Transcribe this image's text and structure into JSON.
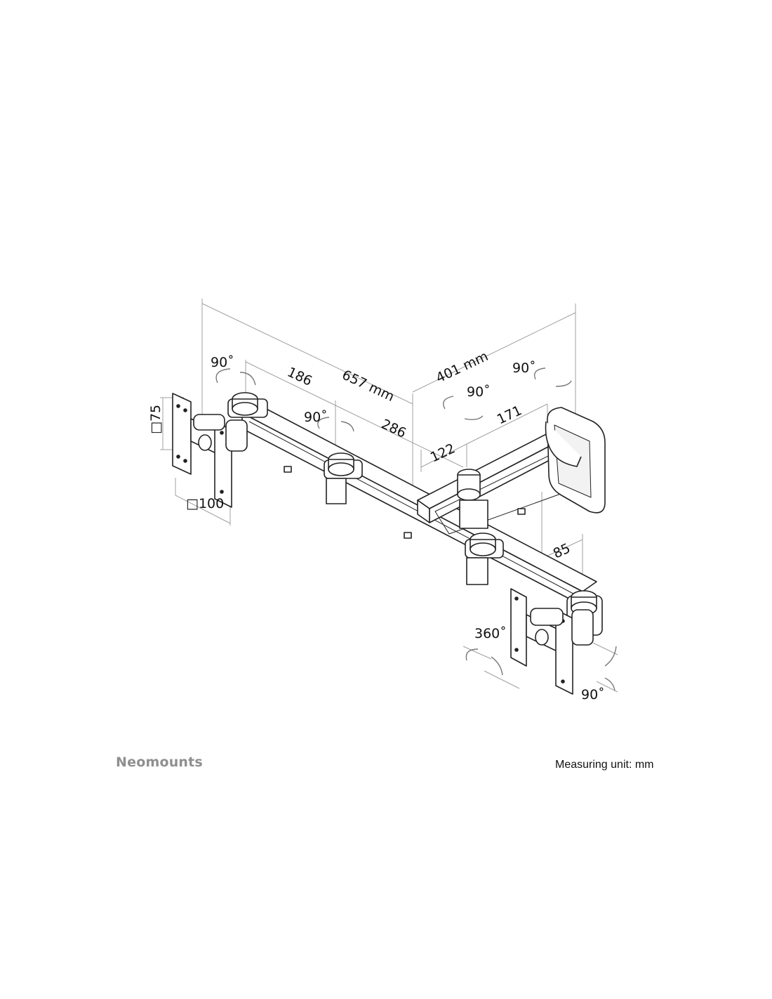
{
  "dimensions": {
    "rot_top_left": "90˚",
    "seg_186": "186",
    "total_657": "657 mm",
    "depth_401": "401 mm",
    "rot_top_right": "90˚",
    "rot_center": "90˚",
    "rot_center_right": "90˚",
    "seg_171": "171",
    "seg_286": "286",
    "seg_122": "122",
    "vesa_75": "□75",
    "vesa_100": "□100",
    "seg_85": "85",
    "rot_360": "360˚",
    "rot_bottom_right": "90˚"
  },
  "footer": {
    "brand": "Neomounts",
    "measuring_unit": "Measuring unit: mm"
  },
  "colors": {
    "line": "#222222",
    "dim_line": "#9a9a9a",
    "brand": "#8f8f8f"
  }
}
